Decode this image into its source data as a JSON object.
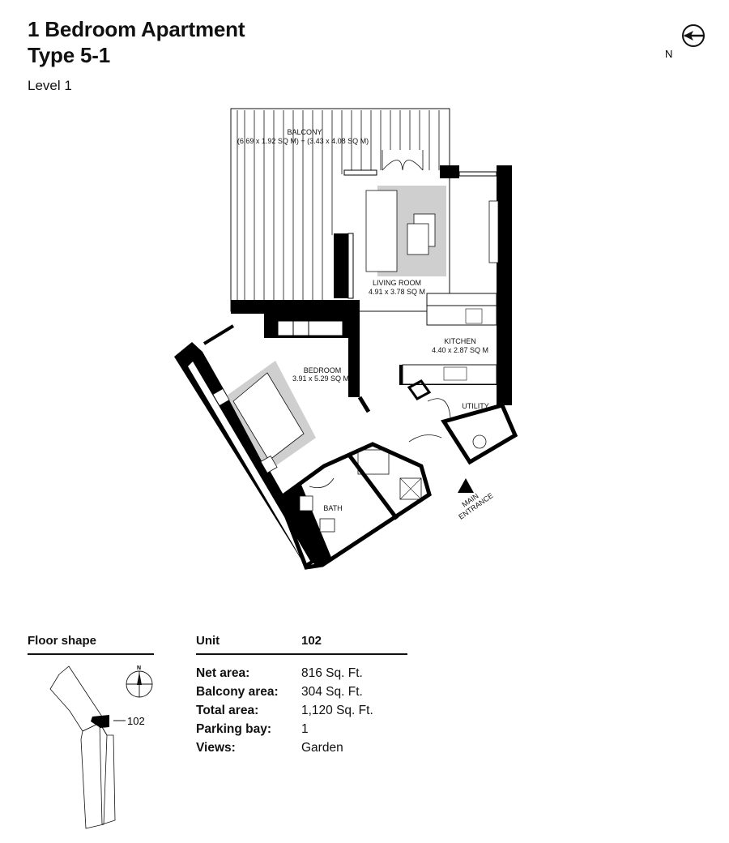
{
  "header": {
    "title_line1": "1 Bedroom Apartment",
    "title_line2": "Type 5-1",
    "level": "Level 1",
    "compass_label": "N"
  },
  "floor_plan": {
    "rooms": [
      {
        "name": "BALCONY",
        "size": "(6.69 x 1.92 SQ M) + (3.43 x 4.08 SQ M)"
      },
      {
        "name": "LIVING ROOM",
        "size": "4.91 x 3.78 SQ M"
      },
      {
        "name": "KITCHEN",
        "size": "4.40 x 2.87 SQ M"
      },
      {
        "name": "BEDROOM",
        "size": "3.91 x 5.29 SQ M"
      },
      {
        "name": "UTILITY",
        "size": ""
      },
      {
        "name": "BATH",
        "size": ""
      }
    ],
    "entrance_line1": "MAIN",
    "entrance_line2": "ENTRANCE",
    "wall_color": "#000000",
    "rug_color": "#cfcfcf"
  },
  "floor_shape": {
    "heading": "Floor shape",
    "unit_marker": "102",
    "compass_label": "N"
  },
  "unit_info": {
    "heading_label": "Unit",
    "heading_value": "102",
    "rows": [
      {
        "label": "Net area:",
        "value": "816 Sq. Ft."
      },
      {
        "label": "Balcony area:",
        "value": "304 Sq. Ft."
      },
      {
        "label": "Total area:",
        "value": "1,120 Sq. Ft."
      },
      {
        "label": "Parking bay:",
        "value": "1"
      },
      {
        "label": "Views:",
        "value": "Garden"
      }
    ]
  }
}
